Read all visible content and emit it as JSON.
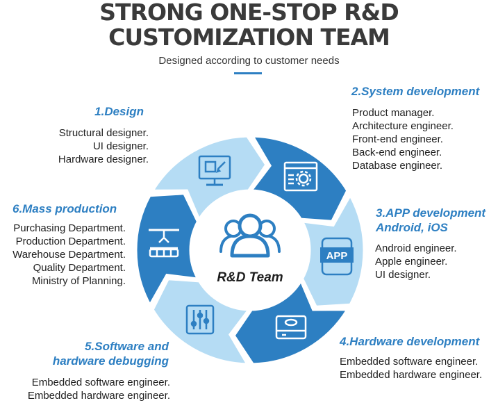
{
  "title_line1": "STRONG ONE-STOP R&D",
  "title_line2": "CUSTOMIZATION TEAM",
  "subtitle": "Designed according to customer needs",
  "center_label": "R&D Team",
  "colors": {
    "dark_blue": "#2d7fc2",
    "light_blue": "#b5dcf4",
    "heading": "#2d7fc2",
    "title": "#3a3a3a"
  },
  "sections": [
    {
      "heading": "1.Design",
      "icon": "monitor-icon",
      "items": [
        "Structural designer.",
        "UI designer.",
        "Hardware designer."
      ]
    },
    {
      "heading": "2.System development",
      "icon": "settings-screen-icon",
      "items": [
        "Product manager.",
        "Architecture engineer.",
        "Front-end engineer.",
        "Back-end engineer.",
        "Database engineer."
      ]
    },
    {
      "heading": "3.APP development",
      "heading2": "Android, iOS",
      "icon": "app-icon",
      "icon_text": "APP",
      "items": [
        "Android engineer.",
        "Apple engineer.",
        "UI designer."
      ]
    },
    {
      "heading": "4.Hardware development",
      "icon": "hard-drive-icon",
      "items": [
        "Embedded software engineer.",
        "Embedded hardware engineer."
      ]
    },
    {
      "heading": "5.Software and",
      "heading2": "hardware debugging",
      "icon": "sliders-icon",
      "items": [
        "Embedded software engineer.",
        "Embedded hardware engineer."
      ]
    },
    {
      "heading": "6.Mass production",
      "icon": "factory-robot-icon",
      "items": [
        "Purchasing Department.",
        "Production Department.",
        "Warehouse Department.",
        "Quality Department.",
        "Ministry of Planning."
      ]
    }
  ]
}
